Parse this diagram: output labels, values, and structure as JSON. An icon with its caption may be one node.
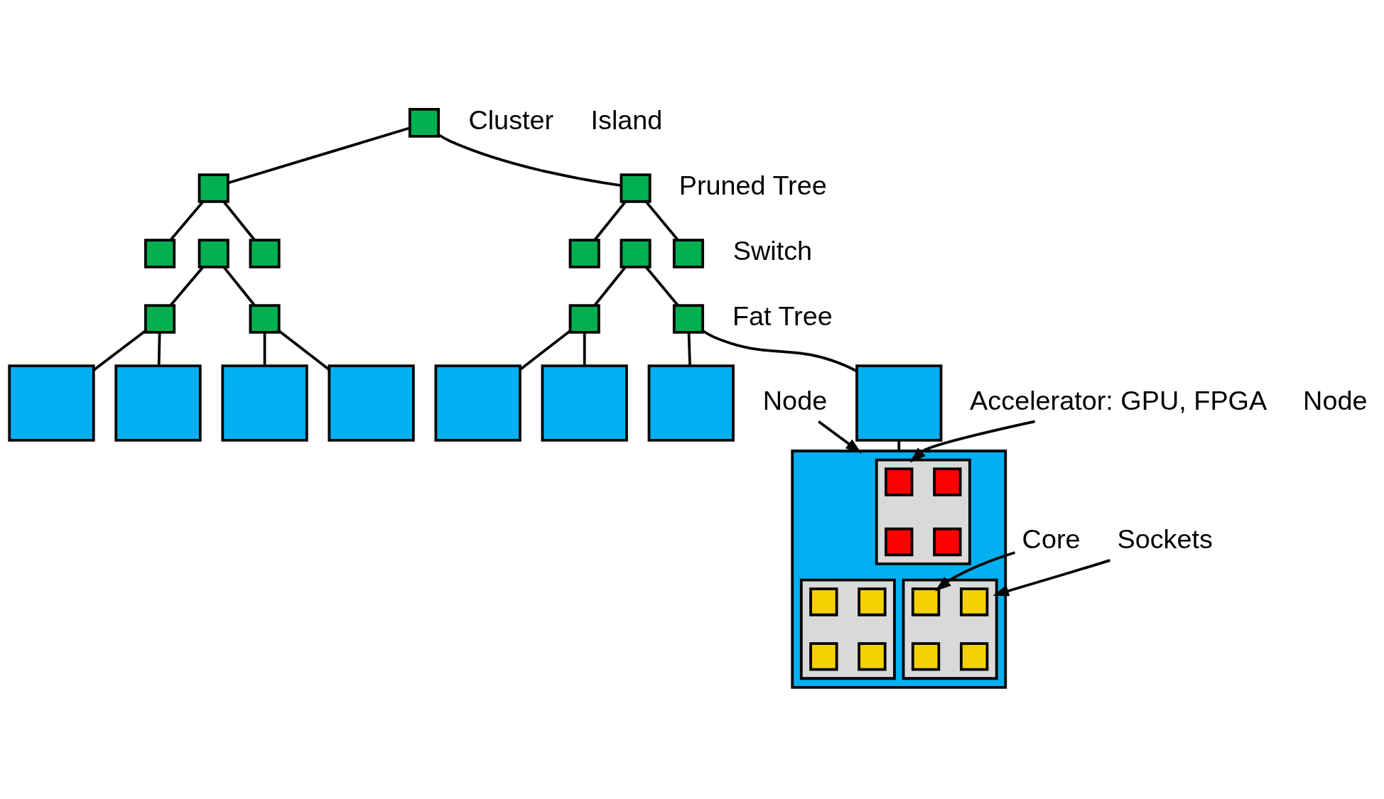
{
  "diagram": {
    "nodes": [
      {
        "text": [],
        "shape": "box"
      },
      {
        "text": [],
        "shape": "box"
      },
      {
        "text": [],
        "shape": "box"
      },
      {
        "text": [],
        "shape": "box"
      },
      {
        "text": [],
        "shape": "box"
      },
      {
        "text": [],
        "shape": "box"
      },
      {
        "text": [],
        "shape": "box"
      },
      {
        "text": [],
        "shape": "box"
      },
      {
        "text": [],
        "shape": "box"
      },
      {
        "text": [],
        "shape": "box"
      },
      {
        "text": [],
        "shape": "box"
      },
      {
        "text": [],
        "shape": "box"
      },
      {
        "text": [],
        "shape": "box"
      },
      {
        "text": [],
        "shape": "box"
      },
      {
        "text": [],
        "shape": "box"
      },
      {
        "text": [],
        "shape": "box"
      },
      {
        "text": [],
        "shape": "box"
      },
      {
        "text": [],
        "shape": "box"
      },
      {
        "text": [],
        "shape": "box"
      },
      {
        "text": [],
        "shape": "box"
      },
      {
        "text": [],
        "shape": "box"
      },
      {
        "text": [],
        "shape": "box"
      },
      {
        "text": [],
        "shape": "box",
        "in": 21
      },
      {
        "text": [],
        "shape": "box",
        "in": 22
      },
      {
        "text": [],
        "shape": "box",
        "in": 22
      },
      {
        "text": [],
        "shape": "box",
        "in": 22
      },
      {
        "text": [],
        "shape": "box",
        "in": 22
      },
      {
        "text": [],
        "shape": "box",
        "in": 21
      },
      {
        "text": [],
        "shape": "box",
        "in": 27
      },
      {
        "text": [],
        "shape": "box",
        "in": 27
      },
      {
        "text": [],
        "shape": "box",
        "in": 27
      },
      {
        "text": [],
        "shape": "box",
        "in": 27
      },
      {
        "text": [],
        "shape": "box",
        "in": 21
      },
      {
        "text": [],
        "shape": "box",
        "in": 32
      },
      {
        "text": [],
        "shape": "box",
        "in": 32
      },
      {
        "text": [],
        "shape": "box",
        "in": 32
      },
      {
        "text": [],
        "shape": "box",
        "in": 32
      },
      {
        "text": [
          "Accelerator: GPU, FPGA"
        ]
      },
      {
        "text": [
          "Core"
        ]
      },
      {
        "text": [
          "Sockets"
        ]
      },
      {
        "text": [
          "Node"
        ]
      }
    ],
    "edges": [
      {
        "from": 0,
        "to": 1,
        "arrow": "none"
      },
      {
        "from": 0,
        "to": 3,
        "arrow": "none"
      },
      {
        "from": 1,
        "to": 5,
        "arrow": "none"
      },
      {
        "from": 1,
        "to": 7,
        "arrow": "none"
      },
      {
        "from": 2,
        "to": 6,
        "arrow": "none"
      },
      {
        "from": 2,
        "to": 8,
        "arrow": "none"
      },
      {
        "from": 3,
        "to": 9,
        "arrow": "none"
      },
      {
        "from": 3,
        "to": 11,
        "arrow": "none"
      },
      {
        "from": 4,
        "to": 10,
        "arrow": "none"
      },
      {
        "from": 4,
        "to": 12,
        "arrow": "none"
      },
      {
        "from": 6,
        "to": 13,
        "arrow": "none"
      },
      {
        "from": 6,
        "to": 14,
        "arrow": "none"
      },
      {
        "from": 8,
        "to": 15,
        "arrow": "none"
      },
      {
        "from": 8,
        "to": 16,
        "arrow": "none"
      },
      {
        "from": 10,
        "to": 17,
        "arrow": "none"
      },
      {
        "from": 10,
        "to": 18,
        "arrow": "none"
      },
      {
        "from": 12,
        "to": 19,
        "arrow": "none"
      },
      {
        "from": 12,
        "to": 20,
        "arrow": "none"
      },
      {
        "from": 13,
        "to": 21,
        "arrow": "none"
      },
      {
        "from": 37,
        "to": 22,
        "arrow": "to"
      },
      {
        "from": 38,
        "to": 34,
        "arrow": "to"
      },
      {
        "from": 39,
        "to": 32,
        "arrow": "to"
      },
      {
        "from": 40,
        "to": 21,
        "arrow": "to"
      }
    ],
    "labels": [
      "Cluster",
      "Pruned Tree",
      "Switch",
      "Fat Tree",
      "Node",
      "Island"
    ]
  }
}
